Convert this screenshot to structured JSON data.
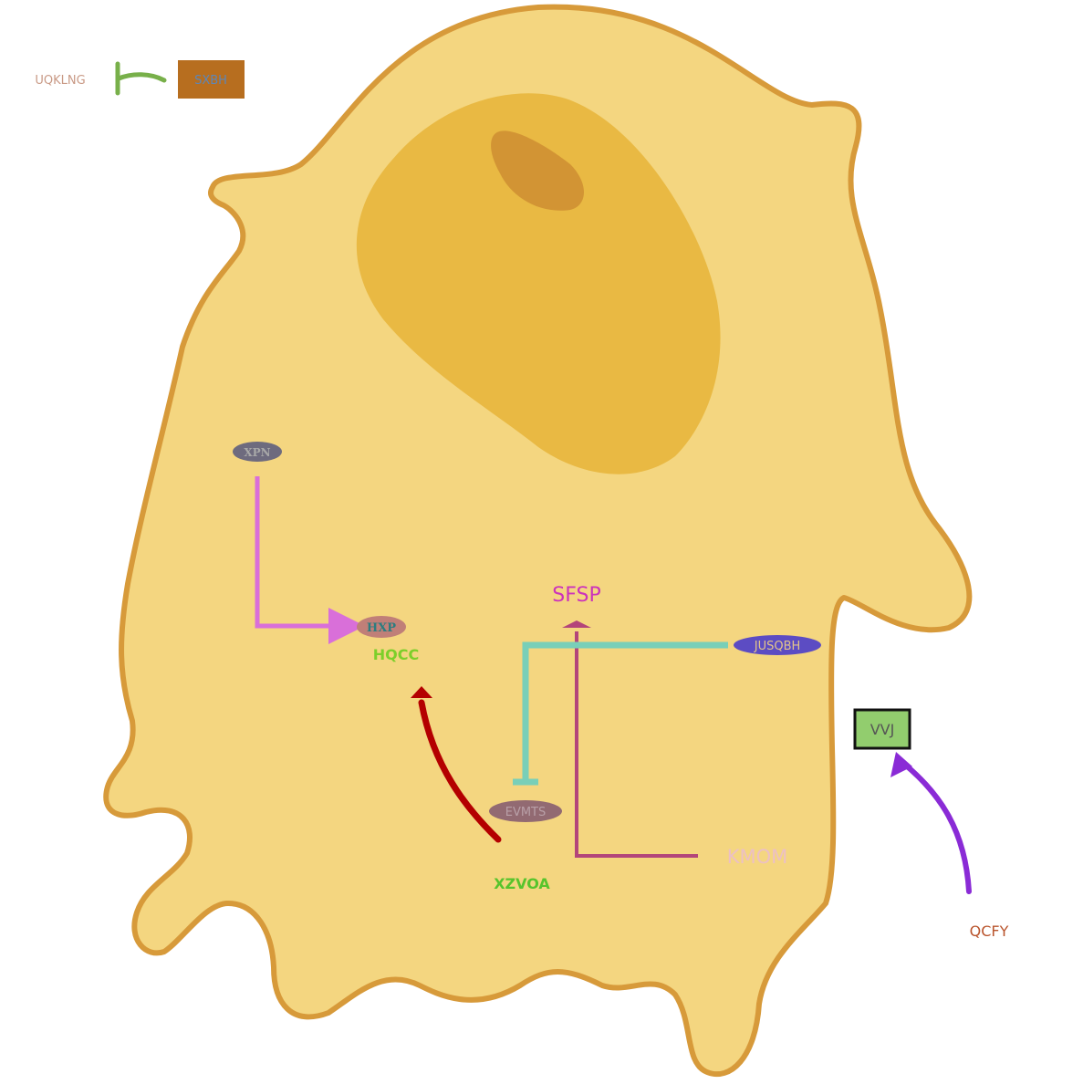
{
  "colors": {
    "cell_fill": "#f4d680",
    "cell_stroke": "#d79a3a",
    "nucleus_fill": "#e9b943",
    "nucleolus_fill": "#d29434",
    "legend_inhibit": "#78b04a",
    "legend_box": "#b76e1f",
    "xpn_arrow": "#d96fd9",
    "xzvoa_arrow": "#b40000",
    "jusqbh_inhibit": "#79cfb8",
    "kmom_arrow": "#b3457a",
    "qcfy_arrow": "#8a2bd6"
  },
  "legend": {
    "source_label": "UQKLNG",
    "target_label": "SXBH"
  },
  "nodes": {
    "xpn": "XPN",
    "hxp": "HXP",
    "hqcc": "HQCC",
    "sfsp": "SFSP",
    "jusqbh": "JUSQBH",
    "vvj": "VVJ",
    "evmts": "EVMTS",
    "kmom": "KMOM",
    "xzvoa": "XZVOA",
    "qcfy": "QCFY"
  }
}
